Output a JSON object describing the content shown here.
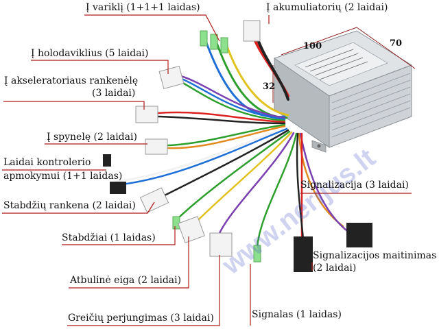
{
  "labels": {
    "motor": "Į variklį (1+1+1 laidas)",
    "battery": "Į akumuliatorių (2 laidai)",
    "hall": "Į holodaviklius (5 laidai)",
    "throttle_1": "Į akseleratoriaus rankenėlę",
    "throttle_2": "(3 laidai)",
    "lock": "Į spynelę (2 laidai)",
    "power_1": "Laidai kontrolerio",
    "power_2": "apmokymui (1+1 laidas)",
    "brake_lever": "Stabdžių rankena (2 laidai)",
    "brakes": "Stabdžiai (1 laidas)",
    "reverse": "Atbulinė eiga (2 laidai)",
    "speed_switch": "Greičių perjungimas (3 laidai)",
    "signal": "Signalas (1 laidas)",
    "signaling": "Signalizacija (3 laidai)",
    "signal_power_1": "Signalizacijos maitinimas",
    "signal_power_2": "(2 laidai)"
  },
  "dimensions": {
    "length": "100",
    "width": "70",
    "height": "32"
  },
  "watermark": "www.nerijus.lt",
  "colors": {
    "label_line": "#b01818",
    "housing": "#c8ccd0",
    "housing_dark": "#9aa0a6",
    "background": "#ffffff"
  }
}
